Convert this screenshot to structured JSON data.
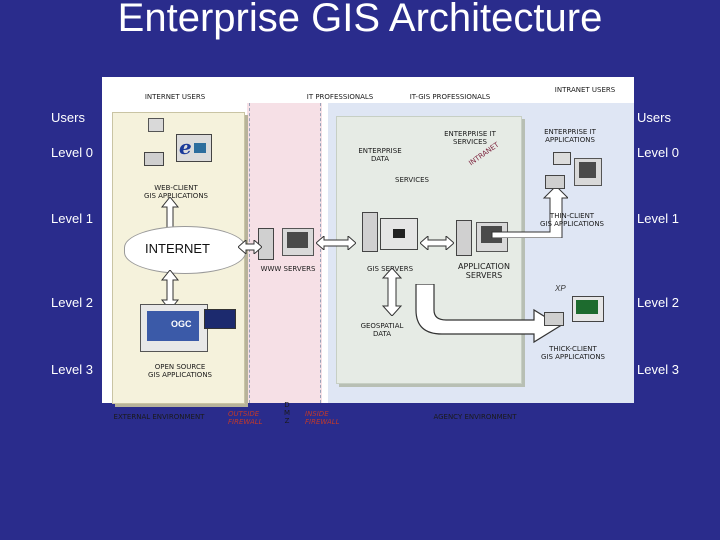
{
  "title": "Enterprise GIS Architecture",
  "side_labels": {
    "users_left": "Users",
    "users_right": "Users",
    "level0_left": "Level 0",
    "level0_right": "Level 0",
    "level1_left": "Level 1",
    "level1_right": "Level 1",
    "level2_left": "Level 2",
    "level2_right": "Level 2",
    "level3_left": "Level 3",
    "level3_right": "Level 3"
  },
  "diagram": {
    "header": {
      "internet_users": "INTERNET USERS",
      "it_professionals": "IT PROFESSIONALS",
      "it_gis_professionals": "IT-GIS PROFESSIONALS",
      "intranet_users": "INTRANET USERS"
    },
    "labels": {
      "web_client": "WEB-CLIENT\nGIS APPLICATIONS",
      "internet": "INTERNET",
      "www_servers": "WWW SERVERS",
      "gis_servers": "GIS SERVERS",
      "application_servers": "APPLICATION\nSERVERS",
      "enterprise_data": "ENTERPRISE\nDATA",
      "services": "SERVICES",
      "enterprise_it_services_1": "ENTERPRISE IT\nSERVICES",
      "enterprise_it_applications": "ENTERPRISE IT\nAPPLICATIONS",
      "intranet": "INTRANET",
      "thin_client": "THIN-CLIENT\nGIS APPLICATIONS",
      "ogc": "OGC",
      "geospatial_data": "GEOSPATIAL\nDATA",
      "thick_client": "THICK-CLIENT\nGIS APPLICATIONS",
      "open_source": "OPEN SOURCE\nGIS APPLICATIONS",
      "external_environment": "EXTERNAL ENVIRONMENT",
      "outside_firewall": "OUTSIDE\nFIREWALL",
      "dmz": "D\nM\nZ",
      "inside_firewall": "INSIDE\nFIREWALL",
      "agency_environment": "AGENCY ENVIRONMENT",
      "xp_badge": "XP",
      "ie_glyph": "e"
    }
  }
}
